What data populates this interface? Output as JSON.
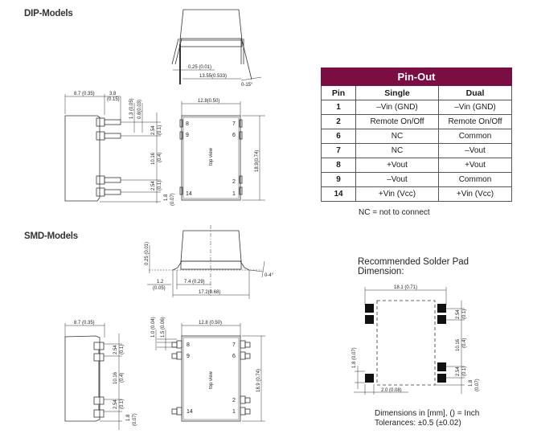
{
  "sections": {
    "dip_title": "DIP-Models",
    "smd_title": "SMD-Models",
    "solder_title_line1": "Recommended Solder Pad",
    "solder_title_line2": "Dimension:"
  },
  "dip": {
    "side_dims": {
      "lead_thickness": "0.25 (0.01)",
      "lead_span": "13.55(0.533)",
      "angle": "0-15°"
    },
    "end_dims": {
      "body": "8.7 (0.35)",
      "lead_len": "3.8",
      "lead_len_in": "(0.15)",
      "pin_w1": "1.3 (0.05)",
      "pin_w2": "0.8(0.03)",
      "pitch_top": "2.54",
      "pitch_top_in": "(0.1)",
      "span": "10.16",
      "span_in": "(0.4)",
      "pitch_bot": "2.54",
      "pitch_bot_in": "(0.1)",
      "edge": "1.8",
      "edge_in": "(0.07)"
    },
    "top_dims": {
      "width": "12.8(0.50)",
      "length": "18.9(0.74)",
      "label": "top view"
    },
    "pins_left": [
      "8",
      "9",
      "14"
    ],
    "pins_right": [
      "7",
      "6",
      "2",
      "1"
    ]
  },
  "smd": {
    "side_dims": {
      "lead_thickness": "0.25 (0.01)",
      "foot": "1.2",
      "foot_in": "(0.05)",
      "half": "7.4 (0.29)",
      "span": "17.2(0.68)",
      "angle": "0-4°"
    },
    "end_dims": {
      "body": "8.7 (0.35)",
      "pitch_top": "2.54",
      "pitch_top_in": "(0.1)",
      "span": "10.16",
      "span_in": "(0.4)",
      "pitch_bot": "2.54",
      "pitch_bot_in": "(0.1)",
      "edge": "1.8",
      "edge_in": "(0.07)"
    },
    "top_dims": {
      "width": "12.8 (0.50)",
      "length": "18.9 (0.74)",
      "pad_w1": "1.0 (0.04)",
      "pad_w2": "1.5 (0.06)",
      "label": "top view"
    },
    "pins_left": [
      "8",
      "9",
      "14"
    ],
    "pins_right": [
      "7",
      "6",
      "2",
      "1"
    ]
  },
  "pinout": {
    "title": "Pin-Out",
    "headers": [
      "Pin",
      "Single",
      "Dual"
    ],
    "rows": [
      [
        "1",
        "–Vin (GND)",
        "–Vin (GND)"
      ],
      [
        "2",
        "Remote  On/Off",
        "Remote  On/Off"
      ],
      [
        "6",
        "NC",
        "Common"
      ],
      [
        "7",
        "NC",
        "–Vout"
      ],
      [
        "8",
        "+Vout",
        "+Vout"
      ],
      [
        "9",
        "–Vout",
        "Common"
      ],
      [
        "14",
        "+Vin (Vcc)",
        "+Vin (Vcc)"
      ]
    ],
    "note": "NC = not to connect"
  },
  "solder": {
    "width": "18.1 (0.71)",
    "pitch_top": "2.54",
    "pitch_top_in": "(0.1)",
    "span": "10.16",
    "span_in": "(0.4)",
    "pitch_bot": "2.54",
    "pitch_bot_in": "(0.1)",
    "edge": "1.8",
    "edge_in": "(0.07)",
    "pad_h": "1.8 (0.07)",
    "offset": "2.0 (0.08)"
  },
  "footer": {
    "units": "Dimensions in [mm], () = Inch",
    "tolerance": "Tolerances: ±0.5 (±0.02)"
  },
  "colors": {
    "table_header": "#7a0e42"
  }
}
